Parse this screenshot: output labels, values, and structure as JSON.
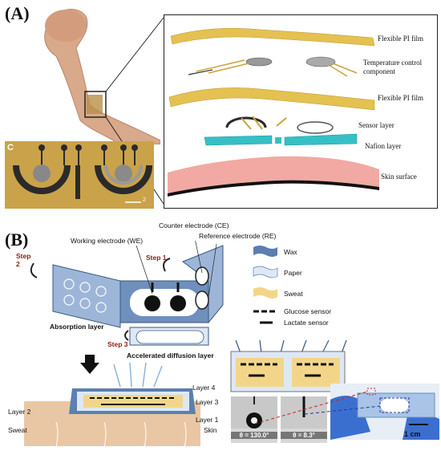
{
  "panelA": {
    "label": "(A)",
    "inset_label": "C",
    "scale_label": "2",
    "layers": [
      {
        "label": "Flexible PI film"
      },
      {
        "label": "Temperature control component"
      },
      {
        "label": "Flexible PI film"
      },
      {
        "label": "Sensor layer"
      },
      {
        "label": "Nafion layer"
      },
      {
        "label": "Skin surface"
      }
    ]
  },
  "panelB": {
    "label": "(B)",
    "electrodes": {
      "counter": "Counter electrode (CE)",
      "reference": "Reference electrode (RE)",
      "working": "Working electrode (WE)"
    },
    "steps": {
      "step1": "Step 1",
      "step2": "Step 2",
      "step3": "Step 3"
    },
    "layer_names": {
      "absorption": "Absorption layer",
      "diffusion": "Accelerated diffusion layer"
    },
    "legend": [
      {
        "label": "Wax",
        "color": "#5b7fb0"
      },
      {
        "label": "Paper",
        "color": "#dde8f5"
      },
      {
        "label": "Sweat",
        "color": "#f3d58a"
      },
      {
        "label": "Glucose sensor"
      },
      {
        "label": "Lactate sensor"
      }
    ],
    "cross_section": {
      "layer4": "Layer 4",
      "layer3": "Layer 3",
      "layer2": "Layer 2",
      "layer1": "Layer 1",
      "sweat": "Sweat",
      "skin": "Skin"
    },
    "contact_angles": {
      "left": "θ = 130.0°",
      "right": "θ = 8.3°"
    },
    "scale_bar": "1 cm"
  }
}
